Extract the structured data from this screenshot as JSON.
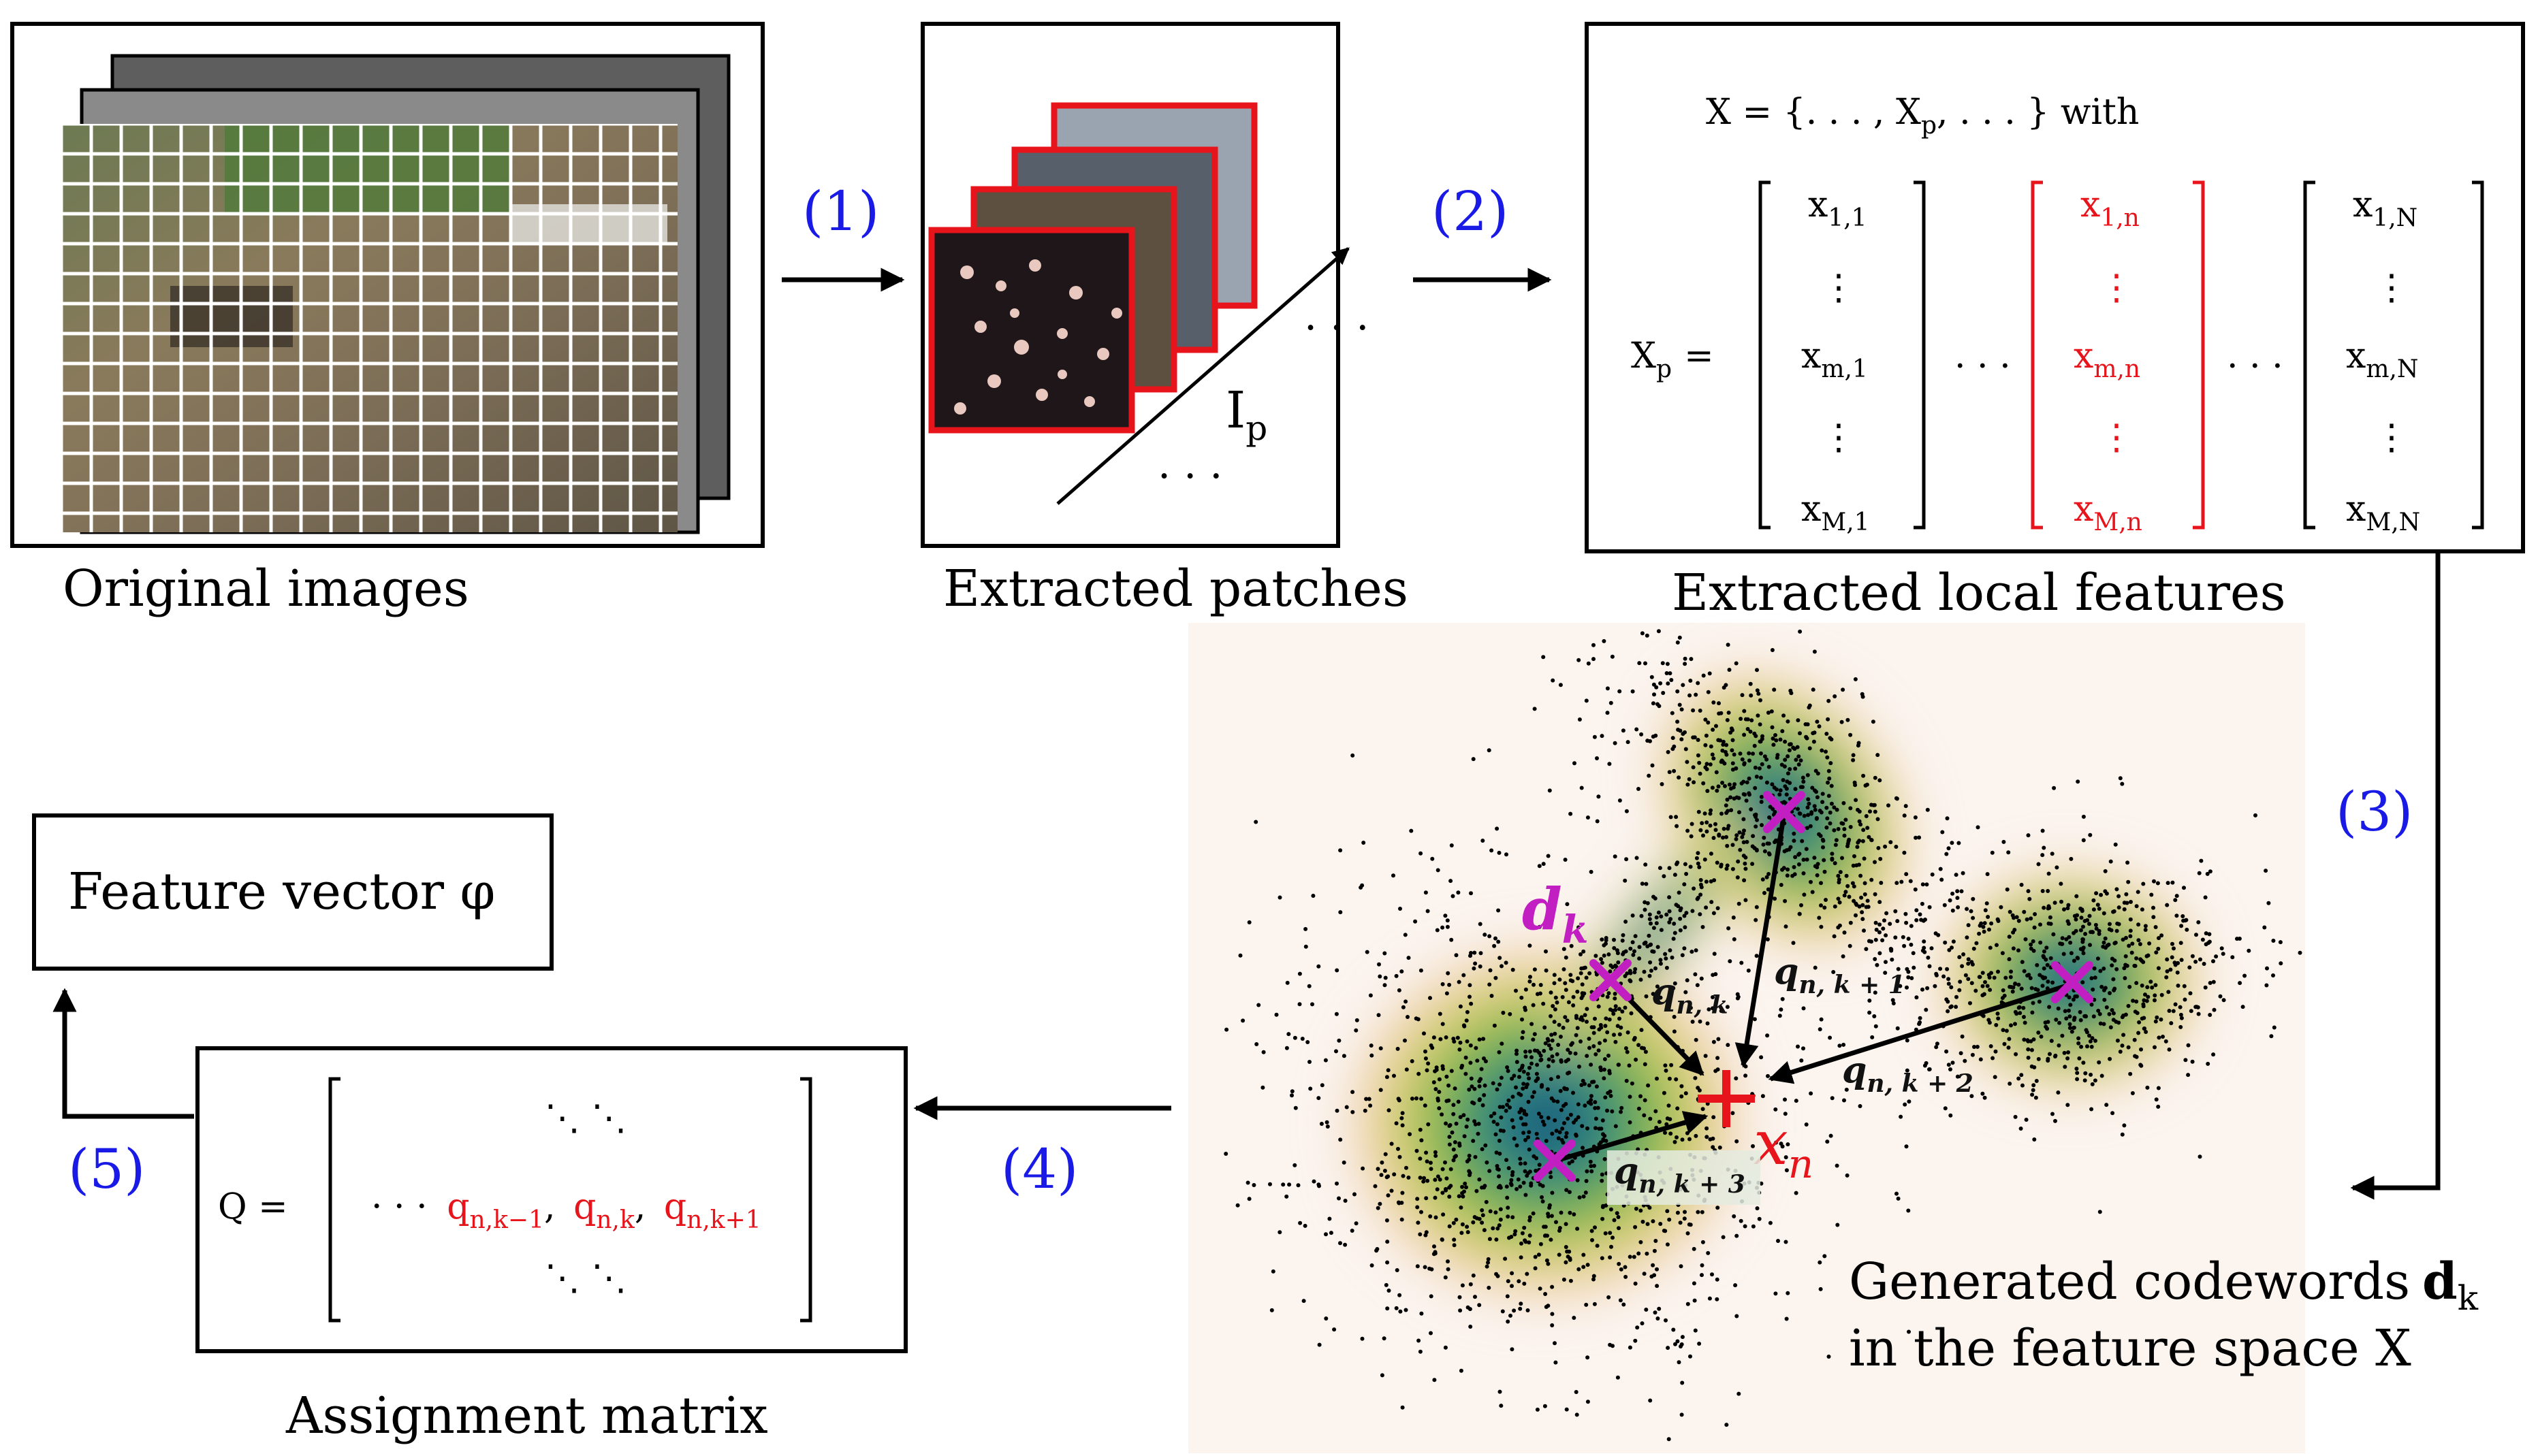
{
  "labels": {
    "original_images": "Original images",
    "extracted_patches": "Extracted patches",
    "extracted_local_features": "Extracted local features",
    "generated_codewords_line1": "Generated codewords",
    "generated_codewords_bold": "d",
    "generated_codewords_sub": "k",
    "generated_codewords_line2": "in the feature space X",
    "assignment_matrix": "Assignment matrix",
    "feature_vector": "Feature vector φ"
  },
  "steps": [
    "(1)",
    "(2)",
    "(3)",
    "(4)",
    "(5)"
  ],
  "patches": {
    "label_main": "I",
    "label_sub": "p",
    "ellipsis": ". . ."
  },
  "features": {
    "set_def": "X = {. . . , X",
    "set_def_sub": "p",
    "set_def_tail": ", . . . } with",
    "xp_lhs": "X",
    "xp_lhs_sub": "p",
    "xp_eq": "=",
    "hellipsis": ". . .",
    "columns": [
      {
        "top": "x",
        "top_sub": "1,1",
        "mid": "x",
        "mid_sub": "m,1",
        "bot": "x",
        "bot_sub": "M,1",
        "highlight": false
      },
      {
        "top": "x",
        "top_sub": "1,n",
        "mid": "x",
        "mid_sub": "m,n",
        "bot": "x",
        "bot_sub": "M,n",
        "highlight": true
      },
      {
        "top": "x",
        "top_sub": "1,N",
        "mid": "x",
        "mid_sub": "m,N",
        "bot": "x",
        "bot_sub": "M,N",
        "highlight": false
      }
    ]
  },
  "codewords": {
    "dk_main": "d",
    "dk_sub": "k",
    "xn_main": "x",
    "xn_sub": "n",
    "q_labels": [
      {
        "main": "q",
        "sub": "n, k"
      },
      {
        "main": "q",
        "sub": "n, k + 1"
      },
      {
        "main": "q",
        "sub": "n, k + 2"
      },
      {
        "main": "q",
        "sub": "n, k + 3"
      }
    ]
  },
  "assignment": {
    "lhs": "Q =",
    "dots_left": "· · ·",
    "entries": [
      {
        "main": "q",
        "sub": "n,k−1"
      },
      {
        "main": "q",
        "sub": "n,k"
      },
      {
        "main": "q",
        "sub": "n,k+1"
      }
    ],
    "sep": ","
  },
  "colors": {
    "step_blue": "#1a1ae6",
    "highlight_red": "#e8141b",
    "codeword_magenta": "#c21fc2",
    "frame": "#000000"
  }
}
